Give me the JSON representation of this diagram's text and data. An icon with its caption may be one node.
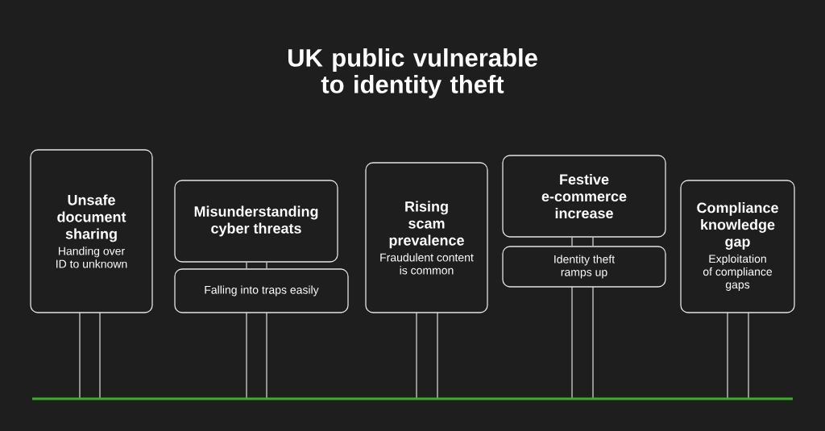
{
  "diagram": {
    "title": "UK public vulnerable to identity theft",
    "nodes": [
      {
        "text": [
          "Unsafe document sharing",
          "Handing over ID to unknown"
        ]
      },
      {
        "text": [
          "Misunderstanding cyber threats"
        ]
      },
      {
        "text": [
          "Falling into traps easily"
        ]
      },
      {
        "text": [
          "Rising scam prevalence",
          "Fraudulent content is common"
        ]
      },
      {
        "text": [
          "Festive e-commerce increase"
        ]
      },
      {
        "text": [
          "Identity theft ramps up"
        ]
      },
      {
        "text": [
          "Compliance knowledge gap",
          "Exploitation of compliance gaps"
        ]
      }
    ],
    "edges": [
      {
        "from": 1,
        "to": 2,
        "arrow": "none"
      },
      {
        "from": 1,
        "to": 2,
        "arrow": "none"
      },
      {
        "from": 4,
        "to": 5,
        "arrow": "none"
      },
      {
        "from": 4,
        "to": 5,
        "arrow": "none"
      }
    ]
  }
}
